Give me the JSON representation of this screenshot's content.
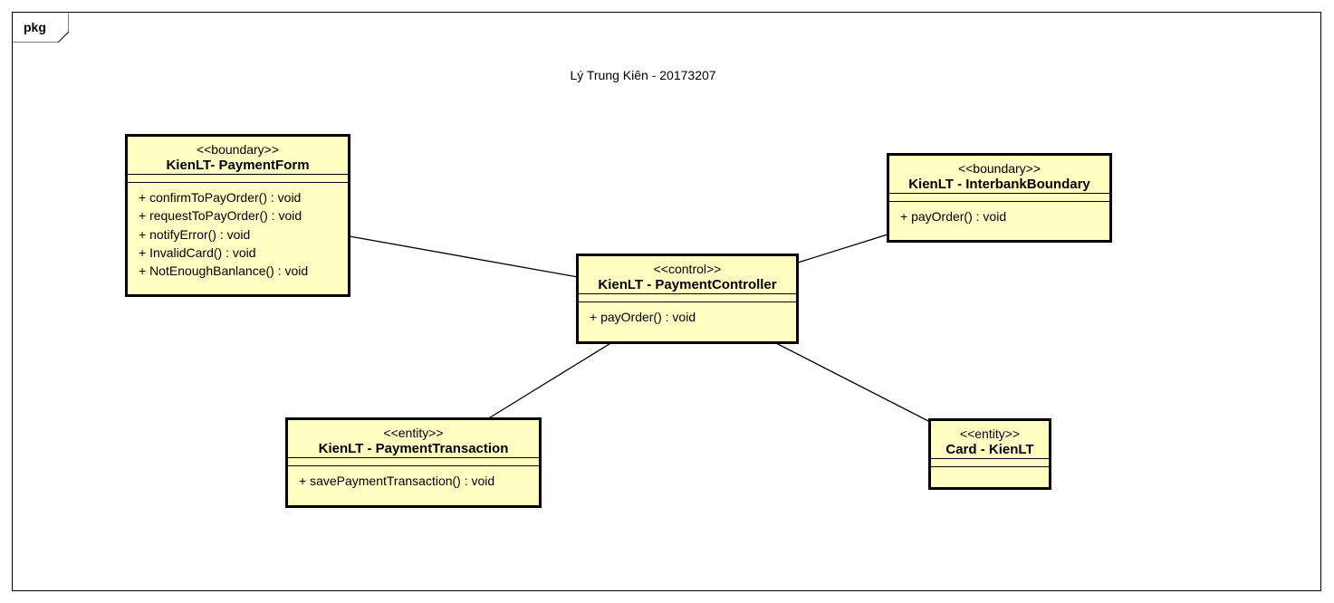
{
  "frame": {
    "tag": "pkg",
    "title": "Lý Trung Kiên - 20173207"
  },
  "colors": {
    "class_fill": "#ffffc4",
    "border": "#000000",
    "background": "#ffffff"
  },
  "classes": {
    "payment_form": {
      "stereotype": "<<boundary>>",
      "name": "KienLT- PaymentForm",
      "operations": [
        "+ confirmToPayOrder() : void",
        "+ requestToPayOrder() : void",
        "+ notifyError() : void",
        "+ InvalidCard() : void",
        "+ NotEnoughBanlance() : void"
      ]
    },
    "interbank_boundary": {
      "stereotype": "<<boundary>>",
      "name": "KienLT - InterbankBoundary",
      "operations": [
        "+ payOrder() : void"
      ]
    },
    "payment_controller": {
      "stereotype": "<<control>>",
      "name": "KienLT - PaymentController",
      "operations": [
        "+ payOrder() : void"
      ]
    },
    "payment_transaction": {
      "stereotype": "<<entity>>",
      "name": "KienLT - PaymentTransaction",
      "operations": [
        "+ savePaymentTransaction() : void"
      ]
    },
    "card": {
      "stereotype": "<<entity>>",
      "name": "Card - KienLT",
      "operations": []
    }
  },
  "associations": [
    {
      "from": "payment_form",
      "to": "payment_controller"
    },
    {
      "from": "interbank_boundary",
      "to": "payment_controller"
    },
    {
      "from": "payment_controller",
      "to": "payment_transaction"
    },
    {
      "from": "payment_controller",
      "to": "card"
    }
  ]
}
